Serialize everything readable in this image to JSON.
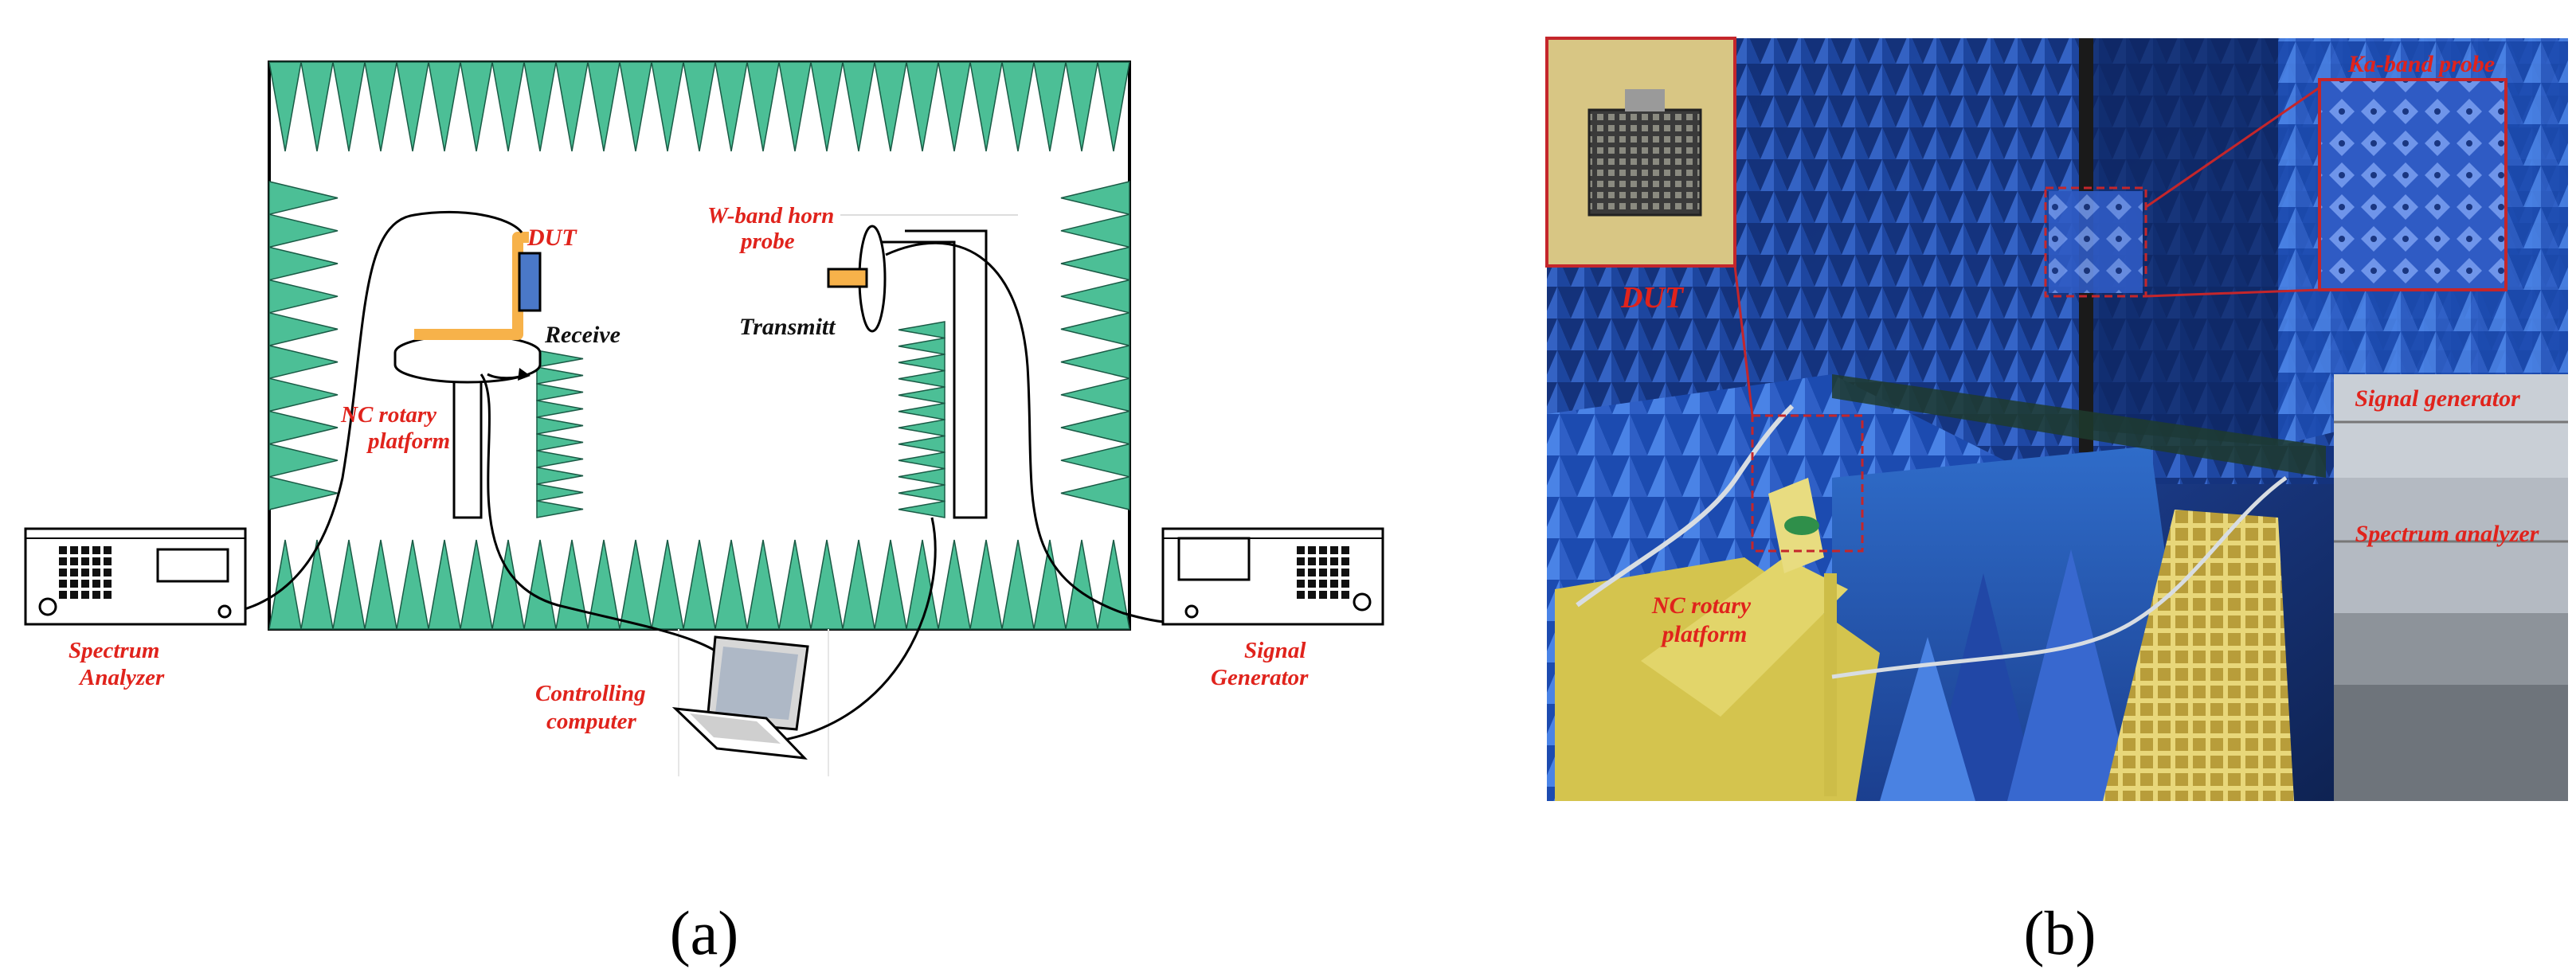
{
  "colors": {
    "absorber": "#4cbf96",
    "absorber_stroke": "#1a5a45",
    "dut": "#4a78c8",
    "arm": "#f7b24a",
    "label_red": "#e0231c",
    "chamber_blue": "#2d56b8",
    "photo_floor": "#3f7fd6",
    "yellow_board": "#d9c64a"
  },
  "diagram": {
    "labels": {
      "dut": "DUT",
      "receive": "Receive",
      "nc_platform_1": "NC rotary",
      "nc_platform_2": "platform",
      "wband_1": "W-band horn",
      "wband_2": "probe",
      "transmitt": "Transmitt",
      "spectrum_1": "Spectrum",
      "spectrum_2": "Analyzer",
      "controlling_1": "Controlling",
      "controlling_2": "computer",
      "signal_1": "Signal",
      "signal_2": "Generator"
    },
    "icons": {
      "spectrum": "spectrum-analyzer-icon",
      "signal": "signal-generator-icon",
      "laptop": "laptop-icon"
    },
    "caption": "(a)"
  },
  "photo": {
    "labels": {
      "dut": "DUT",
      "ka_probe": "Ka-band probe",
      "signal_generator": "Signal generator",
      "spectrum_analyzer": "Spectrum analyzer",
      "nc_platform_1": "NC rotary",
      "nc_platform_2": "platform"
    },
    "caption": "(b)"
  }
}
